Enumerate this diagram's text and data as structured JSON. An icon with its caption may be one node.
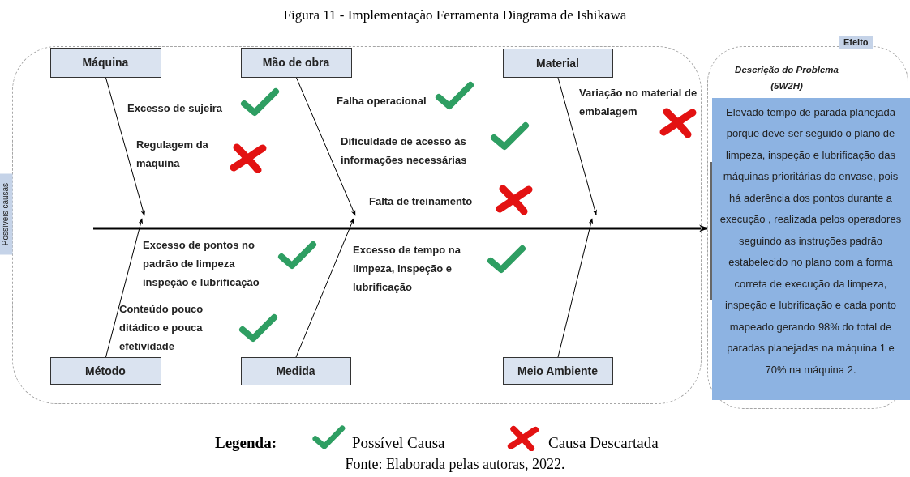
{
  "diagram": {
    "title": "Figura 11 - Implementação Ferramenta Diagrama de Ishikawa",
    "caption": "Fonte: Elaborada pelas autoras, 2022.",
    "nodes": [
      {
        "text": [
          "Possíveis causas"
        ]
      },
      {
        "text": [
          "Máquina"
        ],
        "in": 0
      },
      {
        "text": [
          "Mão de obra"
        ],
        "in": 0
      },
      {
        "text": [
          "Material"
        ],
        "in": 0
      },
      {
        "text": [
          "Método"
        ],
        "in": 0
      },
      {
        "text": [
          "Medida"
        ],
        "in": 0
      },
      {
        "text": [
          "Meio Ambiente"
        ],
        "in": 0
      },
      {
        "text": [
          "Efeito",
          "Descrição do Problema (5W2H)"
        ]
      },
      {
        "text": [
          "Elevado tempo de parada planejada porque deve ser seguido o plano de limpeza, inspeção e lubrificação das máquinas prioritárias do envase, pois há aderência dos pontos durante a execução , realizada pelos operadores  seguindo as instruções padrão estabelecido no plano com a forma correta de execução da limpeza, inspeção e lubrificação e cada ponto mapeado gerando 98% do total de paradas planejadas na máquina 1 e 70% na máquina 2."
        ],
        "in": 7
      }
    ],
    "edges": [
      {
        "from": 1,
        "to": null,
        "arrow": "to"
      },
      {
        "from": 2,
        "to": null,
        "arrow": "to"
      },
      {
        "from": 3,
        "to": null,
        "arrow": "to"
      },
      {
        "from": 4,
        "to": null,
        "arrow": "to"
      },
      {
        "from": 5,
        "to": null,
        "arrow": "to"
      },
      {
        "from": 6,
        "to": null,
        "arrow": "to"
      },
      {
        "from": null,
        "to": 7,
        "arrow": "to",
        "style": "thick"
      }
    ],
    "labels": [
      "Excesso de sujeira",
      "Falha operacional",
      "Variação no material de embalagem",
      "Dificuldade de acesso às informações necessárias",
      "Regulagem da máquina",
      "Falta de treinamento",
      "Excesso de pontos no padrão de limpeza inspeção e lubrificação",
      "Excesso de tempo na limpeza, inspeção e lubrificação",
      "Conteúdo pouco ditádico e pouca efetividade",
      "Legenda:"
    ],
    "legend": [
      {
        "text": "Possível Causa"
      },
      {
        "text": "Causa Descartada"
      }
    ]
  }
}
